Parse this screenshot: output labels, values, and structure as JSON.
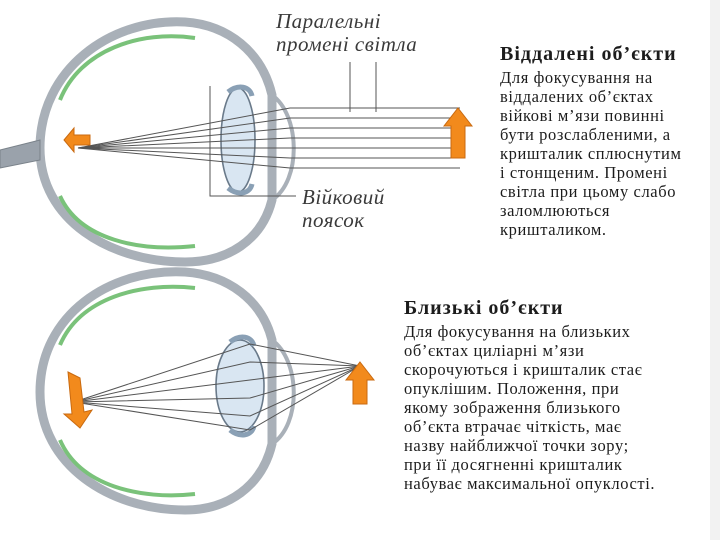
{
  "labels": {
    "parallel_rays": "Паралельні\nпромені світла",
    "ciliary_zonule": "Війковий\nпоясок"
  },
  "distant": {
    "title": "Віддалені об’єкти",
    "body": "Для фокусування на\nвіддалених об’єктах\nвійкові м’язи повинні\nбути розслабленими, а\nкришталик сплюснутим\nі стонщеним. Промені\nсвітла при цьому слабо\nзаломлюються\nкришталиком."
  },
  "near": {
    "title": "Близькі об’єкти",
    "body": "Для фокусування на близьких\nоб’єктах циліарні м’язи\nскорочуються і кришталик стає\nопуклішим. Положення, при\nякому зображення близького\nоб’єкта втрачає чіткість, має\nназву найближчої точки зору;\nпри її досягненні кришталик\nнабуває максимальної опуклості."
  },
  "colors": {
    "sclera": "#a9b0b8",
    "retina": "#7ac27a",
    "lens": "#d9e6f2",
    "arrow": "#f28a1c",
    "ray": "#555555"
  }
}
